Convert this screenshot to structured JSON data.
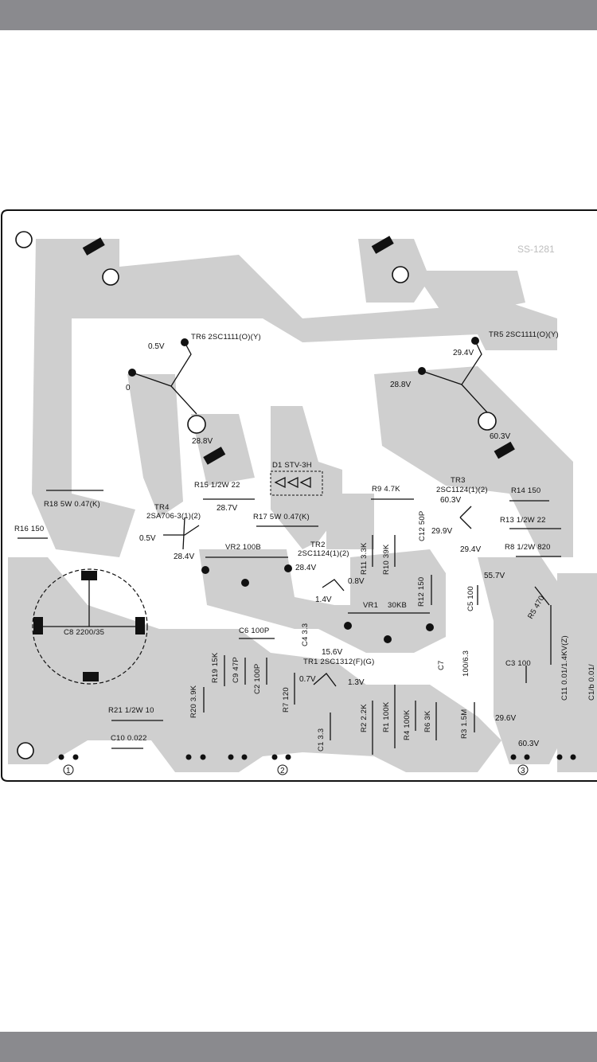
{
  "watermark": "SS-1281",
  "components": {
    "tr6": "TR6  2SC1111(O)(Y)",
    "tr5": "TR5  2SC1111(O)(Y)",
    "tr4": "TR4",
    "tr4_part": "2SA706-3(1)(2)",
    "tr3": "TR3",
    "tr3_part": "2SC1124(1)(2)",
    "tr2": "TR2",
    "tr2_part": "2SC1124(1)(2)",
    "tr1": "TR1  2SC1312(F)(G)",
    "d1": "D1  STV-3H",
    "r18": "R18  5W  0.47(K)",
    "r16": "R16  150",
    "r15": "R15  1/2W 22",
    "r17": "R17  5W  0.47(K)",
    "r9": "R9  4.7K",
    "r14": "R14  150",
    "r13": "R13  1/2W 22",
    "r8": "R8  1/2W 820",
    "vr2": "VR2  100B",
    "vr1": "VR1",
    "vr1_val": "30KB",
    "r11": "R11 3.3K",
    "r10": "R10 39K",
    "r12": "R12  150",
    "c12": "C12  50P",
    "c5": "C5  100",
    "r5": "R5  470",
    "c8": "C8  2200/35",
    "c6": "C6  100P",
    "c4": "C4 3.3",
    "r19": "R19  15K",
    "c9": "C9  47P",
    "c2": "C2  100P",
    "r20": "R20  3.9K",
    "r7": "R7  120",
    "c7": "C7",
    "c7_val": "100/6.3",
    "c3": "C3  100",
    "c11": "C11  0.01/1.4KV(Z)",
    "c1b": "C1/b  0.01/",
    "r21": "R21  1/2W 10",
    "c10": "C10  0.022",
    "c1": "C1  3.3",
    "r2": "R2  2.2K",
    "r1": "R1  100K",
    "r4": "R4  100K",
    "r6": "R6  3K",
    "r3": "R3  1.5M"
  },
  "voltages": {
    "v_tr6_b": "0.5V",
    "v_tr6_e": "0",
    "v_tr6_c": "28.8V",
    "v_tr5_b": "29.4V",
    "v_tr5_e": "28.8V",
    "v_tr5_c": "60.3V",
    "v_r15": "28.7V",
    "v_tr4_b": "0.5V",
    "v_tr4_c": "28.4V",
    "v_vr2": "28.4V",
    "v_tr3_c": "60.3V",
    "v_tr3_e": "29.9V",
    "v_tr3_b": "29.4V",
    "v_c5": "55.7V",
    "v_tr2_e": "0.8V",
    "v_tr2_b": "1.4V",
    "v_c4": "15.6V",
    "v_tr1_b": "0.7V",
    "v_tr1_c": "1.3V",
    "v_r3": "29.6V",
    "v_bottom": "60.3V"
  },
  "terminals": {
    "t1": "1",
    "t2": "2",
    "t3": "3"
  }
}
